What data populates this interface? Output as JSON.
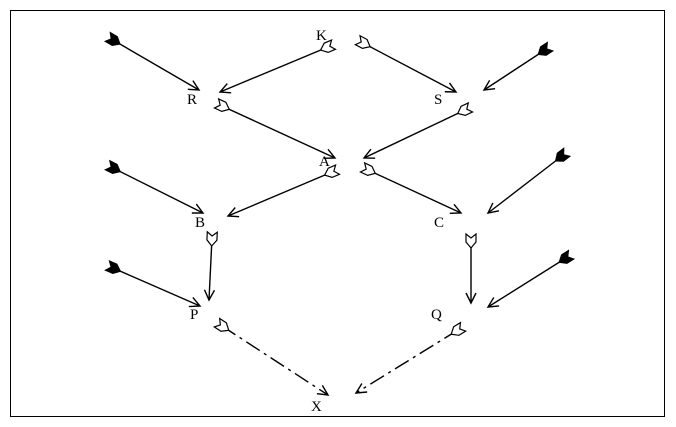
{
  "nodes": {
    "K": "K",
    "R": "R",
    "S": "S",
    "A": "A",
    "B": "B",
    "C": "C",
    "P": "P",
    "Q": "Q",
    "X": "X"
  },
  "colors": {
    "line": "#000000",
    "input_fletch": "#000000",
    "output_fletch": "#ffffff"
  }
}
